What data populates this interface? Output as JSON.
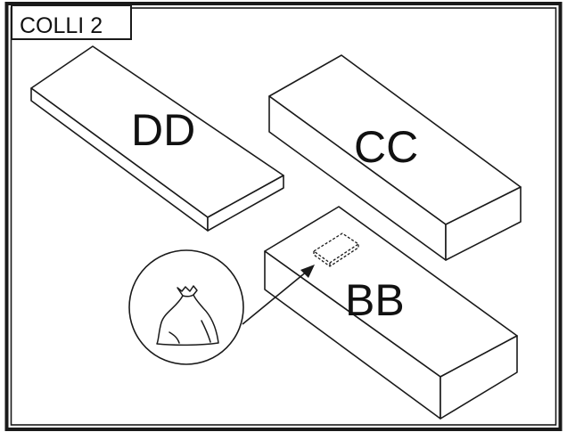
{
  "header": {
    "label": "COLLI 2"
  },
  "boards": [
    {
      "id": "DD",
      "label": "DD"
    },
    {
      "id": "CC",
      "label": "CC"
    },
    {
      "id": "BB",
      "label": "BB"
    }
  ],
  "callout": {
    "icon": "bag-icon"
  },
  "colors": {
    "ink": "#1a1a1a",
    "paper": "#ffffff"
  }
}
